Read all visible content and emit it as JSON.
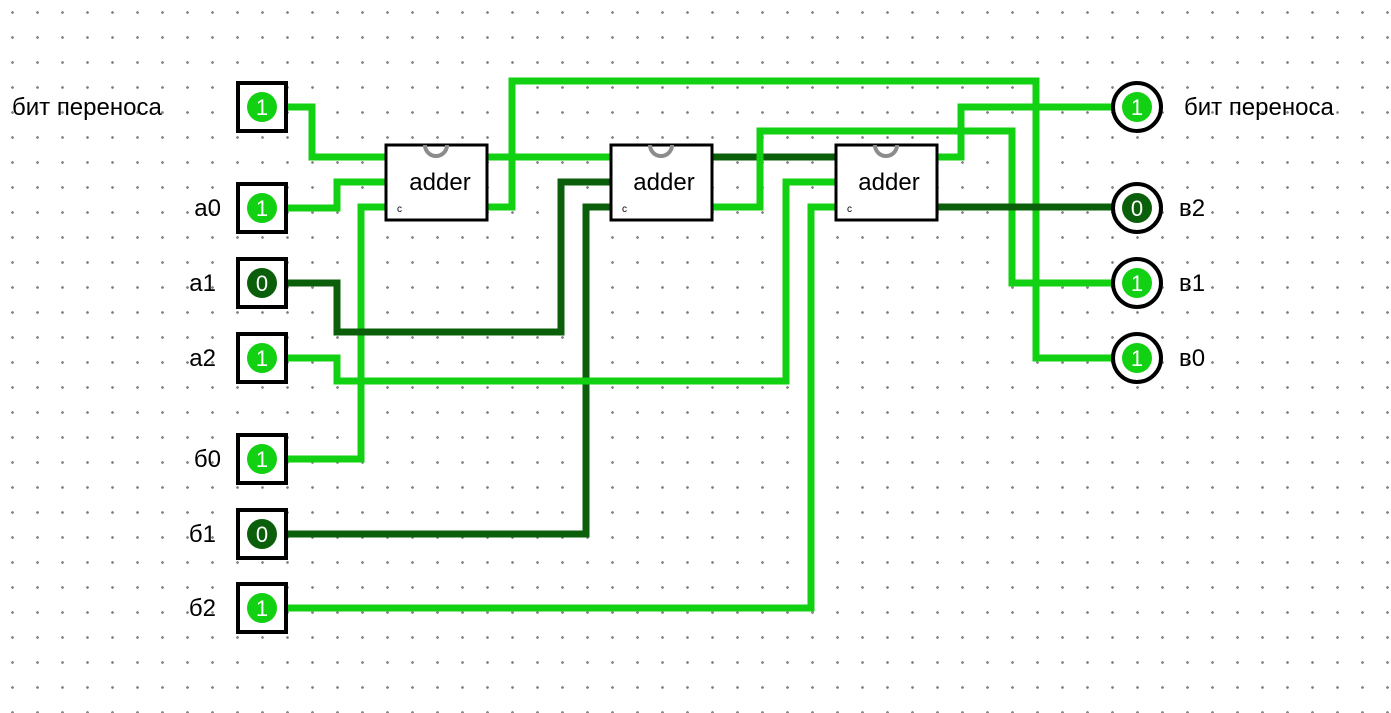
{
  "colors": {
    "wire_on": "#12d112",
    "wire_off": "#0b5f0b",
    "wire_idle": "#8c8c8c",
    "pin_on": "#12d112",
    "pin_off": "#0b5f0b"
  },
  "inputs": [
    {
      "id": "carry_in",
      "label": "бит переноса",
      "value": "1"
    },
    {
      "id": "a0",
      "label": "а0",
      "value": "1"
    },
    {
      "id": "a1",
      "label": "а1",
      "value": "0"
    },
    {
      "id": "a2",
      "label": "а2",
      "value": "1"
    },
    {
      "id": "b0",
      "label": "б0",
      "value": "1"
    },
    {
      "id": "b1",
      "label": "б1",
      "value": "0"
    },
    {
      "id": "b2",
      "label": "б2",
      "value": "1"
    }
  ],
  "adders": [
    {
      "id": "adder1",
      "label": "adder",
      "carry_label": "c"
    },
    {
      "id": "adder2",
      "label": "adder",
      "carry_label": "c"
    },
    {
      "id": "adder3",
      "label": "adder",
      "carry_label": "c"
    }
  ],
  "outputs": [
    {
      "id": "carry_out",
      "label": "бит переноса",
      "value": "1"
    },
    {
      "id": "c2",
      "label": "в2",
      "value": "0"
    },
    {
      "id": "c1",
      "label": "в1",
      "value": "1"
    },
    {
      "id": "c0",
      "label": "в0",
      "value": "1"
    }
  ]
}
